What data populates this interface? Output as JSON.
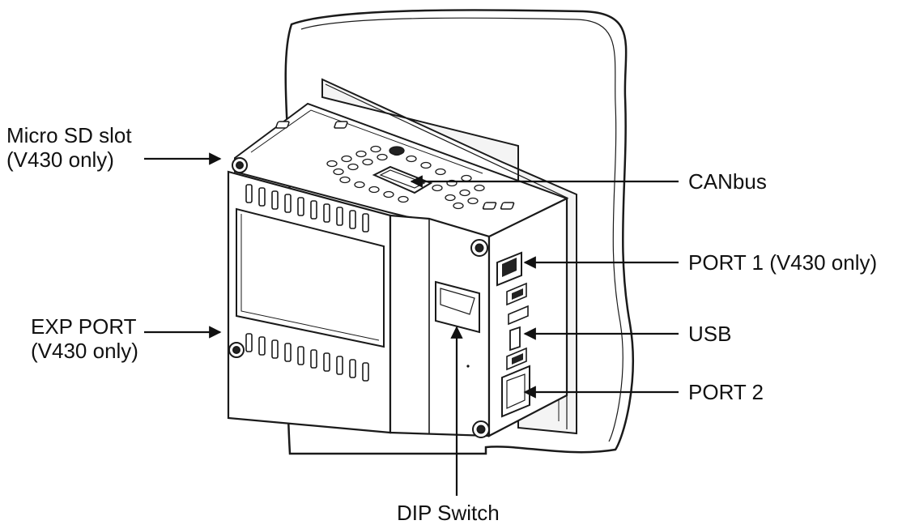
{
  "labels": {
    "micro_sd": {
      "line1": "Micro SD slot",
      "line2": "(V430 only)"
    },
    "exp_port": {
      "line1": "EXP PORT",
      "line2": "(V430 only)"
    },
    "canbus": "CANbus",
    "port1": "PORT 1 (V430 only)",
    "usb": "USB",
    "port2": "PORT 2",
    "dip_switch": "DIP Switch"
  }
}
